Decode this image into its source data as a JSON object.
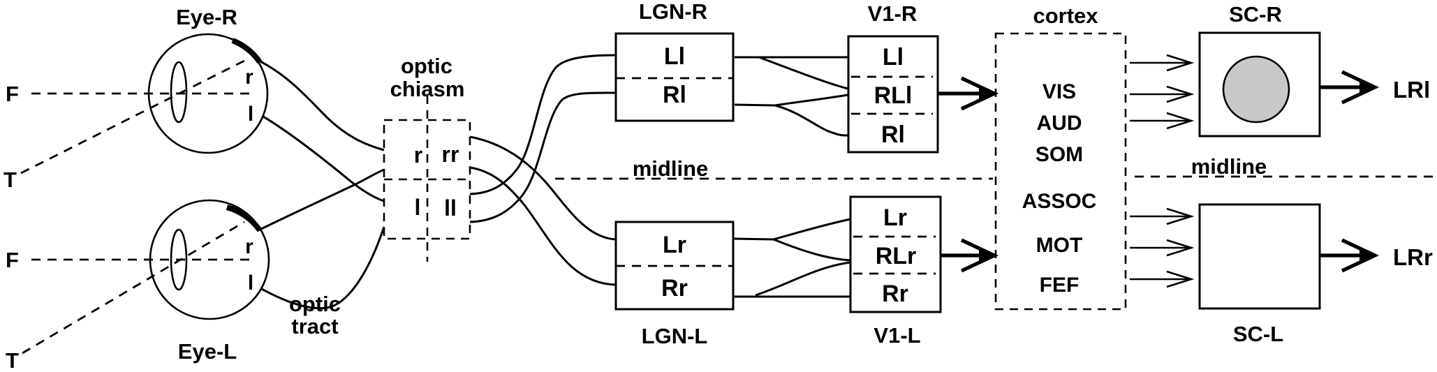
{
  "eye_r": {
    "title": "Eye-R",
    "far_label": "F",
    "temporal_label": "T",
    "retina_r": "r",
    "retina_l": "l"
  },
  "eye_l": {
    "title": "Eye-L",
    "far_label": "F",
    "temporal_label": "T",
    "retina_r": "r",
    "retina_l": "l"
  },
  "optic_tract": {
    "line1": "optic",
    "line2": "tract"
  },
  "chiasm": {
    "title_line1": "optic",
    "title_line2": "chiasm",
    "q_r": "r",
    "q_rr": "rr",
    "q_l": "l",
    "q_ll": "ll"
  },
  "lgn_r": {
    "title": "LGN-R",
    "rows": [
      "Ll",
      "Rl"
    ]
  },
  "lgn_l": {
    "title": "LGN-L",
    "rows": [
      "Lr",
      "Rr"
    ]
  },
  "v1_r": {
    "title": "V1-R",
    "rows": [
      "Ll",
      "RLl",
      "Rl"
    ]
  },
  "v1_l": {
    "title": "V1-L",
    "rows": [
      "Lr",
      "RLr",
      "Rr"
    ]
  },
  "cortex": {
    "title": "cortex",
    "areas": [
      "VIS",
      "AUD",
      "SOM",
      "ASSOC",
      "MOT",
      "FEF"
    ]
  },
  "sc_r": {
    "title": "SC-R",
    "output_label": "LRl"
  },
  "sc_l": {
    "title": "SC-L",
    "output_label": "LRr"
  },
  "midline": {
    "label": "midline"
  },
  "colors": {
    "ink": "#000000",
    "background": "#ffffff",
    "sc_r_circle_fill": "#c8c8c8"
  }
}
